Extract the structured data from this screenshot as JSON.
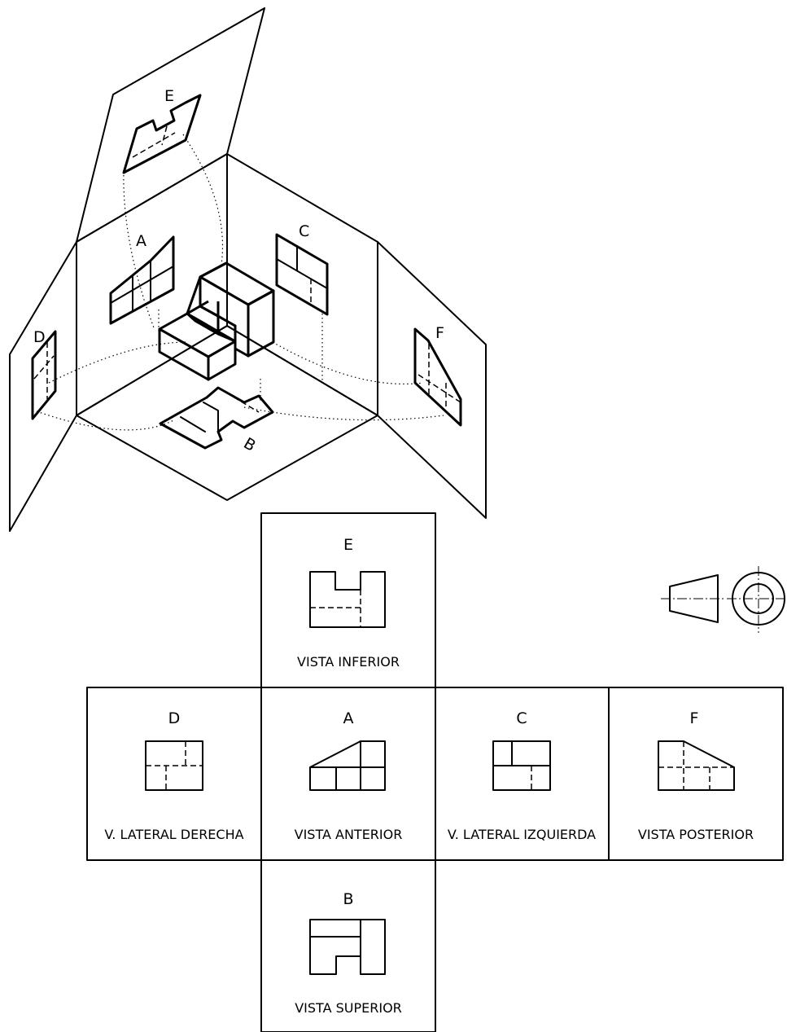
{
  "pictorial": {
    "labels": {
      "a": "A",
      "b": "B",
      "c": "C",
      "d": "D",
      "e": "E",
      "f": "F"
    }
  },
  "views": {
    "top": {
      "letter": "E",
      "caption": "VISTA INFERIOR"
    },
    "left": {
      "letter": "D",
      "caption": "V. LATERAL DERECHA"
    },
    "center": {
      "letter": "A",
      "caption": "VISTA ANTERIOR"
    },
    "right": {
      "letter": "C",
      "caption": "V. LATERAL IZQUIERDA"
    },
    "back": {
      "letter": "F",
      "caption": "VISTA POSTERIOR"
    },
    "bottom": {
      "letter": "B",
      "caption": "VISTA SUPERIOR"
    }
  },
  "projection_symbol": {
    "icon": "first-angle-projection-symbol"
  }
}
